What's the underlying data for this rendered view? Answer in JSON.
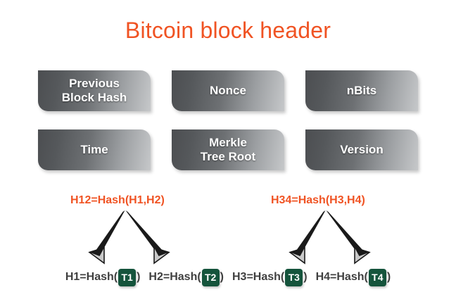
{
  "page": {
    "title": "Bitcoin block header",
    "background_color": "#ffffff",
    "accent_color": "#f05323",
    "badge_color": "#15543c",
    "box_gradient_from": "#4c4e51",
    "box_gradient_to": "#c6c8ca"
  },
  "header_fields": [
    {
      "id": "previous-block-hash",
      "label": "Previous\nBlock Hash",
      "row": 1,
      "col": 1
    },
    {
      "id": "nonce",
      "label": "Nonce",
      "row": 1,
      "col": 2
    },
    {
      "id": "nbits",
      "label": "nBits",
      "row": 1,
      "col": 3
    },
    {
      "id": "time",
      "label": "Time",
      "row": 2,
      "col": 1
    },
    {
      "id": "merkle-tree-root",
      "label": "Merkle\nTree Root",
      "row": 2,
      "col": 2
    },
    {
      "id": "version",
      "label": "Version",
      "row": 2,
      "col": 3
    }
  ],
  "merkle": {
    "branches": [
      {
        "id": "h12",
        "label": "H12=Hash(H1,H2)"
      },
      {
        "id": "h34",
        "label": "H34=Hash(H3,H4)"
      }
    ],
    "leaves": [
      {
        "id": "h1",
        "prefix": "H1=Hash(",
        "badge": "T1",
        "suffix": ")"
      },
      {
        "id": "h2",
        "prefix": "H2=Hash(",
        "badge": "T2",
        "suffix": ")"
      },
      {
        "id": "h3",
        "prefix": "H3=Hash(",
        "badge": "T3",
        "suffix": ")"
      },
      {
        "id": "h4",
        "prefix": "H4=Hash(",
        "badge": "T4",
        "suffix": ")"
      }
    ]
  }
}
